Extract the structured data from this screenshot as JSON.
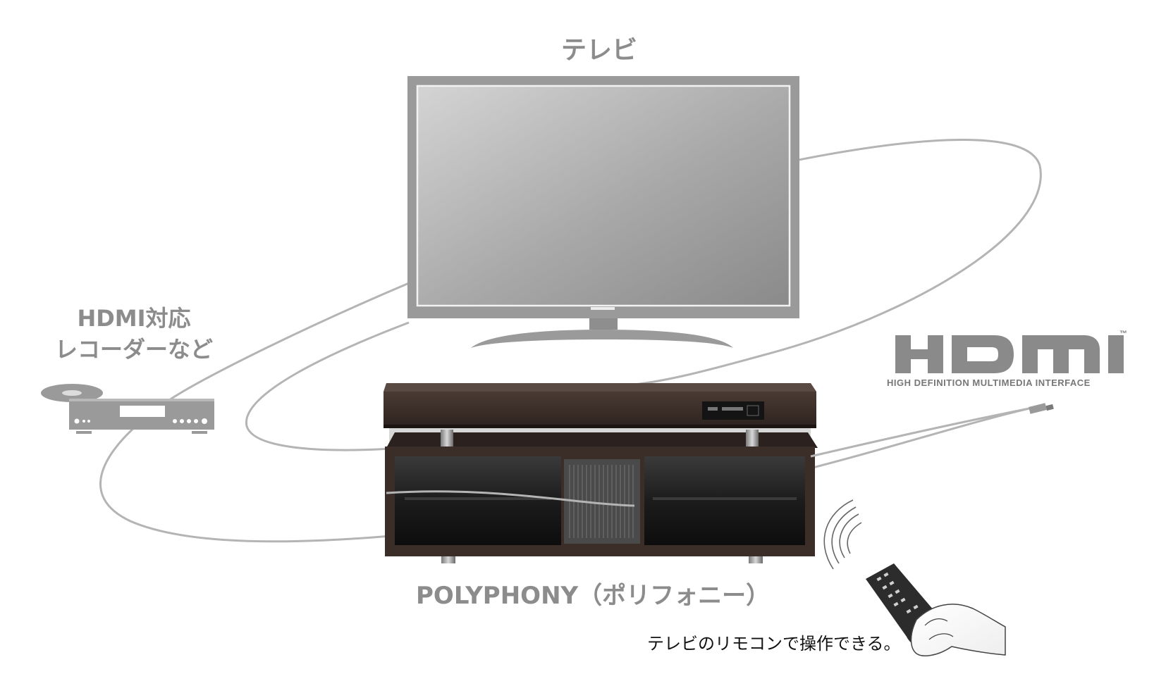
{
  "labels": {
    "tv": "テレビ",
    "recorder_line1": "HDMI対応",
    "recorder_line2": "レコーダーなど",
    "polyphony": "POLYPHONY（ポリフォニー）",
    "remote_caption": "テレビのリモコンで操作できる。"
  },
  "hdmi_logo": {
    "tagline": "HIGH DEFINITION MULTIMEDIA INTERFACE",
    "trademark": "™"
  },
  "colors": {
    "label_gray": "#8c8c8c",
    "cable_gray": "#b4b4b4",
    "wood_dark": "#3b2e29",
    "glass_black": "#1a1a1a",
    "screen_light": "#d2d2d2",
    "screen_dark": "#8a8a8a"
  },
  "icons": {
    "tv": "flat-tv-icon",
    "recorder": "disc-recorder-icon",
    "stand": "tv-stand-speaker-icon",
    "remote": "remote-in-hand-icon",
    "hdmi_logo": "hdmi-logo-icon"
  }
}
